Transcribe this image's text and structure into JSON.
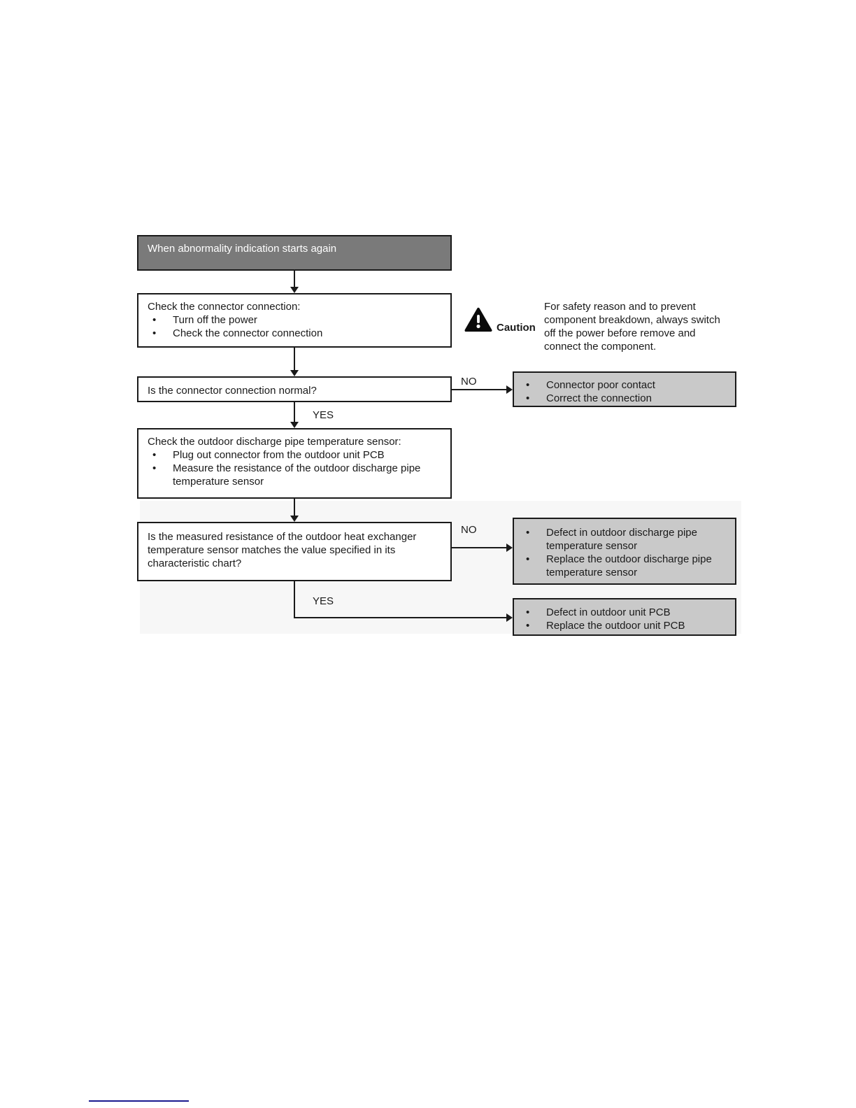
{
  "colors": {
    "header_fill": "#7a7a7a",
    "result_fill": "#c9c9c9",
    "border": "#1a1a1a",
    "footer_link_line": "#1a1a8f"
  },
  "flowchart": {
    "start": {
      "label": "When abnormality indication starts again"
    },
    "check_connector": {
      "title": "Check the connector connection:",
      "bullets": [
        "Turn off the power",
        "Check the connector connection"
      ]
    },
    "caution": {
      "label": "Caution",
      "icon": "warning-triangle-exclamation",
      "text": "For safety reason and to prevent component breakdown, always switch off the power before remove and connect the component."
    },
    "q_connector_normal": {
      "text": "Is the connector connection normal?"
    },
    "result_poor_contact": {
      "bullets": [
        "Connector poor contact",
        "Correct the connection"
      ]
    },
    "check_sensor": {
      "title": "Check the outdoor discharge pipe temperature sensor:",
      "bullets": [
        "Plug out connector from the outdoor unit PCB",
        "Measure the resistance of the outdoor discharge pipe temperature sensor"
      ]
    },
    "q_resistance_match": {
      "text": "Is the measured resistance of the outdoor heat exchanger temperature sensor matches the value specified in its characteristic chart?"
    },
    "result_sensor_defect": {
      "bullets": [
        "Defect in outdoor discharge pipe temperature sensor",
        "Replace the outdoor discharge pipe temperature sensor"
      ]
    },
    "result_pcb_defect": {
      "bullets": [
        "Defect in outdoor unit PCB",
        "Replace the outdoor unit PCB"
      ]
    },
    "labels": {
      "no1": "NO",
      "yes1": "YES",
      "no2": "NO",
      "yes2": "YES"
    }
  }
}
